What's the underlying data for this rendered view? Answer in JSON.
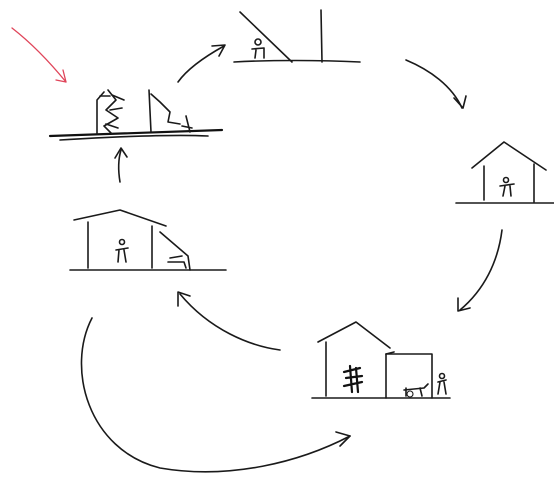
{
  "diagram": {
    "stages": [
      {
        "id": "collapsed-ruin",
        "icon": "ruined-house-with-trees"
      },
      {
        "id": "lean-to",
        "icon": "lean-to-shelter-with-figure"
      },
      {
        "id": "small-house",
        "icon": "small-house-with-figure"
      },
      {
        "id": "extended-house",
        "icon": "house-with-extension-and-cart"
      },
      {
        "id": "house-with-annex",
        "icon": "house-with-annex-and-cart"
      }
    ],
    "arrow_style": "hand-drawn-curve",
    "highlight_marker": {
      "icon": "red-pointer-arrow",
      "color": "#e0455a"
    },
    "ink_color": "#1a1a1a",
    "background": "#ffffff"
  }
}
